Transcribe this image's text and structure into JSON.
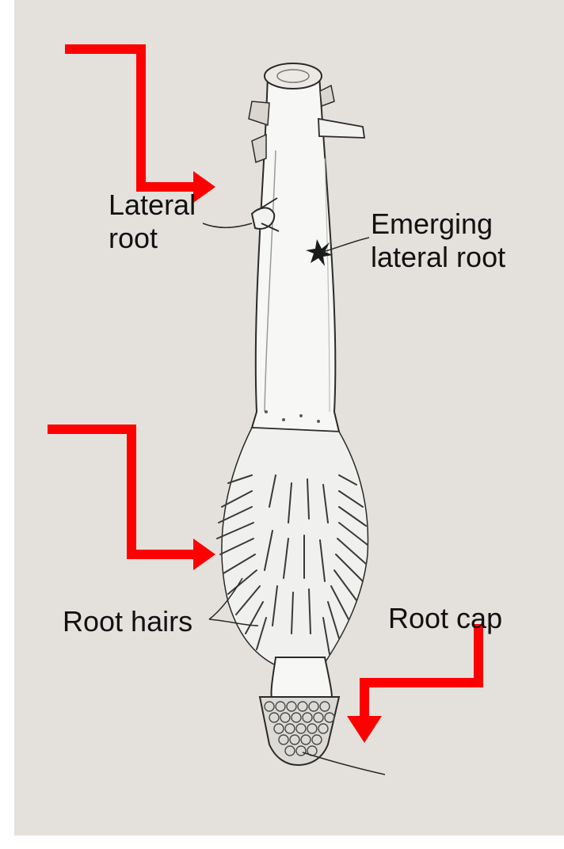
{
  "labels": {
    "lateral_root": "Lateral\nroot",
    "emerging_lateral_root": "Emerging\nlateral root",
    "root_hairs": "Root hairs",
    "root_cap": "Root cap"
  },
  "colors": {
    "background": "#e4e1dc",
    "arrow": "#ff0000",
    "ink": "#2a2a2a",
    "root_fill": "#f7f7f5"
  },
  "icons": [
    "bent-arrow-right-icon",
    "bent-arrow-right-icon",
    "bent-arrow-down-icon"
  ]
}
